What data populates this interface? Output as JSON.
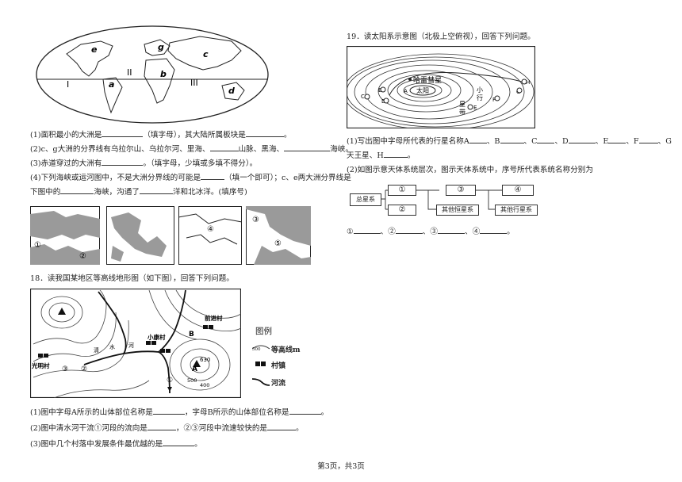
{
  "world_map": {
    "labels": {
      "e": "e",
      "g": "g",
      "c": "c",
      "b": "b",
      "a": "a",
      "d": "d",
      "I": "I",
      "II": "II",
      "III": "III"
    }
  },
  "q17_lines": [
    {
      "text": "(1)面积最小的大洲是",
      "b1": "（填字母），其大陆所属板块是",
      "b2": "。"
    },
    {
      "text": "(2)c、g大洲的分界线有乌拉尔山、乌拉尔河、里海、",
      "b1": "山脉、黑海、",
      "b2": "海峡。"
    },
    {
      "text": "(3)赤道穿过的大洲有",
      "b1": "。（填字母，少填或多填不得分）。",
      "b2": ""
    },
    {
      "text": "(4)下列海峡或运河图中，不是大洲分界线的可能是",
      "b1": "（填一个即可）；c、e两大洲分界线是",
      "b2": ""
    },
    {
      "text": "下图中的",
      "b1": "海峡，沟通了",
      "b2": "洋和北冰洋。(填序号)"
    }
  ],
  "straits": {
    "one": "①",
    "two": "②",
    "three": "③",
    "four": "④",
    "five": "⑤"
  },
  "q18": {
    "title": "18．读我国某地区等高线地形图（如下图），回答下列问题。",
    "legend_title": "图例",
    "legend_contour": "等高线m",
    "legend_contour_value": "500",
    "legend_town": "村镇",
    "legend_river": "河流",
    "village_guangming": "光明村",
    "village_xiaokang": "小康村",
    "village_qianjin": "前进村",
    "label_A": "A",
    "label_B": "B",
    "peak": "630",
    "c500": "500",
    "c400": "400",
    "river_qing": "清",
    "river_shui": "水",
    "river_he": "河",
    "n1": "①",
    "n2": "②",
    "n3": "③",
    "questions": [
      {
        "text": "(1)图中字母A所示的山体部位名称是",
        "b1": "，字母B所示的山体部位名称是",
        "b2": "。"
      },
      {
        "text": "(2)图中清水河干流①河段的流向是",
        "b1": "，②③河段中流速较快的是",
        "b2": "。"
      },
      {
        "text": "(3)图中几个村落中发展条件最优越的是",
        "b1": "。",
        "b2": ""
      }
    ]
  },
  "q19": {
    "title": "19．读太阳系示意图（北极上空俯视），回答下列问题。",
    "comet": "哈雷彗星",
    "sun": "太阳",
    "asteroid": "小行星带",
    "asteroid_1": "小",
    "asteroid_2": "行",
    "asteroid_3": "星",
    "asteroid_4": "带",
    "planets": {
      "A": "A",
      "B": "B",
      "C": "C",
      "D": "D",
      "E": "E",
      "F": "F",
      "G": "G",
      "H": "H"
    },
    "q1": "(1)写出图中字母所代表的行星名称A",
    "q1_B": "、B",
    "q1_C": "、C",
    "q1_D": "、D",
    "q1_E": "、E",
    "q1_F": "、F",
    "q1_G": "、G",
    "q1_tail": "天王星、H",
    "q1_end": "。",
    "q2": "(2)如图示意天体系统层次，图示天体系统中，序号所代表系统名称分别为",
    "hier": {
      "root": "总星系",
      "n1": "①",
      "n2": "②",
      "n3": "③",
      "n4": "④",
      "other_galaxy": "其他恒星系",
      "other_planet": "其他行星系"
    },
    "answer_1": "①",
    "answer_2": "、②",
    "answer_3": "、③",
    "answer_4": "、④",
    "answer_end": "。"
  },
  "footer": "第3页，共3页"
}
